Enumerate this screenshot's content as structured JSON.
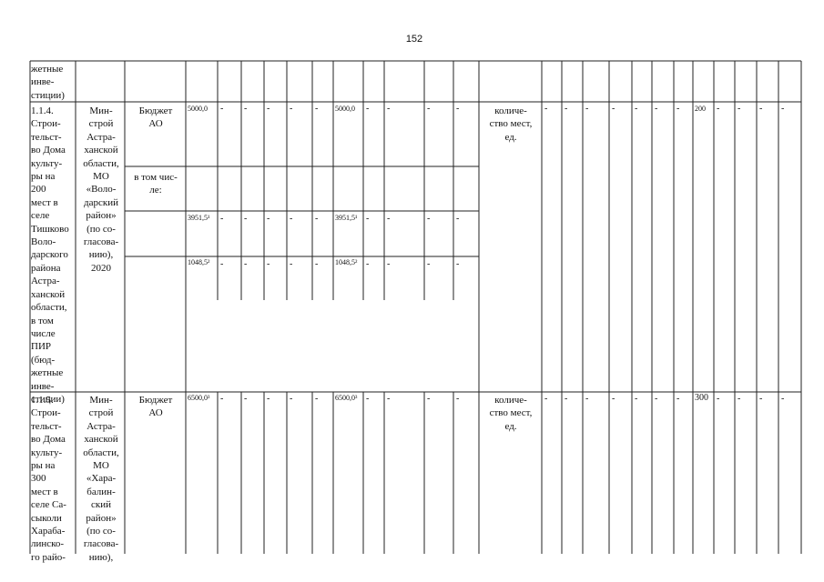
{
  "page_number": "152",
  "top_fragment": "жетные\nинве-\nстиции)",
  "rows": [
    {
      "name": "1.1.4.\nСтрои-\nтельст-\nво Дома\nкульту-\nры на\n200\nмест в\nселе\nТишково\nВоло-\nдарского\nрайона\nАстра-\nханской\nобласти,\nв том\nчисле\nПИР\n(бюд-\nжетные\nинве-\nстиции)",
      "executor": "Мин-\nстрой\nАстра-\nханской\nобласти,\nМО\n«Воло-\nдарский\nрайон»\n(по со-\nгласова-\nнию),\n2020",
      "source": "Бюджет\nАО",
      "subsource": "в том чис-\nле:",
      "total": "5000,0",
      "col_b": "5000,0",
      "sub1_total": "3951,5¹",
      "sub1_b": "3951,5¹",
      "sub2_total": "1048,5²",
      "sub2_b": "1048,5²",
      "indicator": "количе-\nство мест,\nед.",
      "target": "200"
    },
    {
      "name": "1.1.5.\nСтрои-\nтельст-\nво Дома\nкульту-\nры на\n300\nмест в\nселе Са-\nсыколи\nХараба-\nлинско-\nго райо-",
      "executor": "Мин-\nстрой\nАстра-\nханской\nобласти,\nМО\n«Хара-\nбалин-\nский\nрайон»\n(по со-\nгласова-\nнию),",
      "source": "Бюджет\nАО",
      "total": "6500,0³",
      "col_b": "6500,0³",
      "indicator": "количе-\nство мест,\nед.",
      "target": "300"
    }
  ],
  "dash": "-"
}
